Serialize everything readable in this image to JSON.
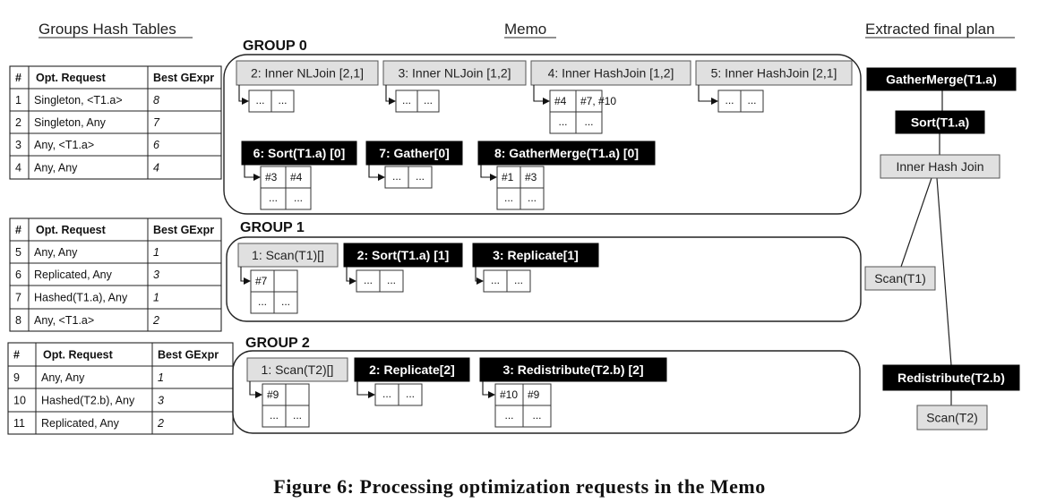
{
  "headers": {
    "groups_hash_tables": "Groups Hash Tables",
    "memo": "Memo",
    "extracted_plan": "Extracted final plan"
  },
  "hash_tables": [
    {
      "columns": [
        "#",
        "Opt. Request",
        "Best GExpr"
      ],
      "rows": [
        [
          "1",
          "Singleton, <T1.a>",
          "8"
        ],
        [
          "2",
          "Singleton, Any",
          "7"
        ],
        [
          "3",
          "Any, <T1.a>",
          "6"
        ],
        [
          "4",
          "Any, Any",
          "4"
        ]
      ]
    },
    {
      "columns": [
        "#",
        "Opt. Request",
        "Best GExpr"
      ],
      "rows": [
        [
          "5",
          "Any, Any",
          "1"
        ],
        [
          "6",
          "Replicated, Any",
          "3"
        ],
        [
          "7",
          "Hashed(T1.a), Any",
          "1"
        ],
        [
          "8",
          "Any, <T1.a>",
          "2"
        ]
      ]
    },
    {
      "columns": [
        "#",
        "Opt. Request",
        "Best GExpr"
      ],
      "rows": [
        [
          "9",
          "Any, Any",
          "1"
        ],
        [
          "10",
          "Hashed(T2.b), Any",
          "3"
        ],
        [
          "11",
          "Replicated, Any",
          "2"
        ]
      ]
    }
  ],
  "groups": [
    {
      "title": "GROUP 0",
      "gexprs": [
        {
          "label": "2: Inner NLJoin [2,1]",
          "style": "gray",
          "cells": [
            "...",
            "..."
          ]
        },
        {
          "label": "3: Inner NLJoin [1,2]",
          "style": "gray",
          "cells": [
            "...",
            "..."
          ]
        },
        {
          "label": "4: Inner HashJoin [1,2]",
          "style": "gray",
          "cells": [
            "#4",
            "#7, #10",
            "...",
            "..."
          ]
        },
        {
          "label": "5: Inner HashJoin [2,1]",
          "style": "gray",
          "cells": [
            "...",
            "..."
          ]
        },
        {
          "label": "6: Sort(T1.a) [0]",
          "style": "black",
          "cells": [
            "#3",
            "#4",
            "...",
            "..."
          ]
        },
        {
          "label": "7: Gather[0]",
          "style": "black",
          "cells": [
            "...",
            "..."
          ]
        },
        {
          "label": "8: GatherMerge(T1.a) [0]",
          "style": "black",
          "cells": [
            "#1",
            "#3",
            "...",
            "..."
          ]
        }
      ]
    },
    {
      "title": "GROUP 1",
      "gexprs": [
        {
          "label": "1: Scan(T1)[]",
          "style": "gray",
          "cells": [
            "#7",
            "",
            "...",
            "..."
          ]
        },
        {
          "label": "2: Sort(T1.a) [1]",
          "style": "black",
          "cells": [
            "...",
            "..."
          ]
        },
        {
          "label": "3: Replicate[1]",
          "style": "black",
          "cells": [
            "...",
            "..."
          ]
        }
      ]
    },
    {
      "title": "GROUP 2",
      "gexprs": [
        {
          "label": "1: Scan(T2)[]",
          "style": "gray",
          "cells": [
            "#9",
            "",
            "...",
            "..."
          ]
        },
        {
          "label": "2: Replicate[2]",
          "style": "black",
          "cells": [
            "...",
            "..."
          ]
        },
        {
          "label": "3: Redistribute(T2.b) [2]",
          "style": "black",
          "cells": [
            "#10",
            "#9",
            "...",
            "..."
          ]
        }
      ]
    }
  ],
  "plan": [
    {
      "label": "GatherMerge(T1.a)",
      "style": "black"
    },
    {
      "label": "Sort(T1.a)",
      "style": "black"
    },
    {
      "label": "Inner Hash Join",
      "style": "gray"
    },
    {
      "label": "Scan(T1)",
      "style": "gray"
    },
    {
      "label": "Redistribute(T2.b)",
      "style": "black"
    },
    {
      "label": "Scan(T2)",
      "style": "gray"
    }
  ],
  "caption": "Figure 6:  Processing optimization requests in the Memo"
}
